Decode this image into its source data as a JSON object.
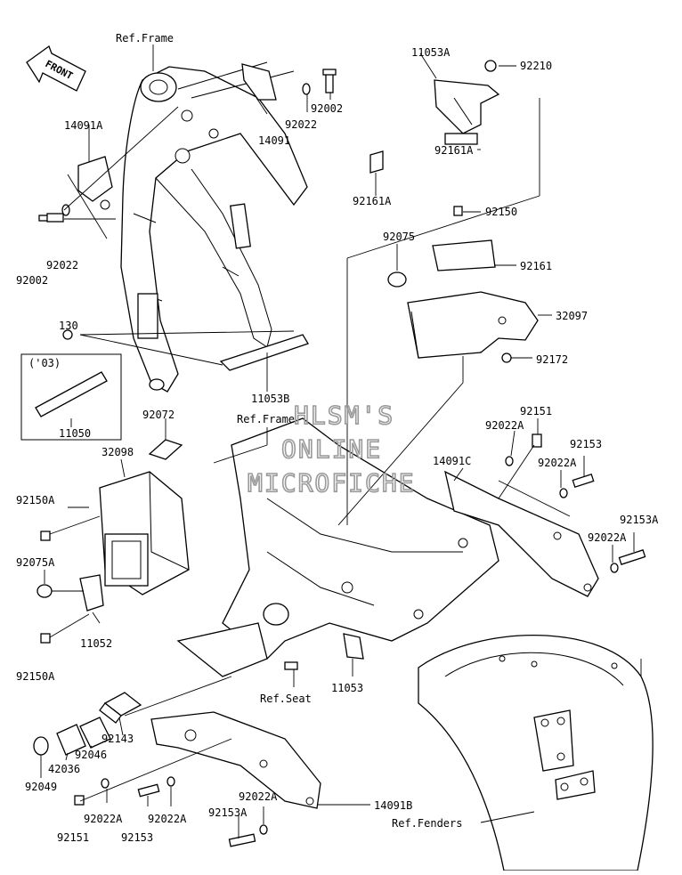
{
  "watermark": {
    "line1": "HLSM'S",
    "line2": "ONLINE",
    "line3": "MICROFICHE"
  },
  "front_badge": "FRONT",
  "inset_note": "('03)",
  "reference_labels": {
    "frame_top": "Ref.Frame",
    "frame_mid": "Ref.Frame",
    "seat": "Ref.Seat",
    "fenders": "Ref.Fenders"
  },
  "part_numbers": [
    "14091A",
    "92002",
    "92022",
    "14091",
    "92022",
    "92002",
    "11053A",
    "92210",
    "92161A",
    "92161A",
    "92150",
    "92075",
    "92161",
    "32097",
    "92172",
    "130",
    "11053B",
    "11050",
    "92072",
    "32098",
    "92150A",
    "92075A",
    "11052",
    "92150A",
    "92151",
    "92022A",
    "92153",
    "92022A",
    "14091C",
    "92153A",
    "92022A",
    "11053",
    "92143",
    "92046",
    "42036",
    "92049",
    "92022A",
    "92151",
    "92022A",
    "92153",
    "92022A",
    "14091B",
    "92153A"
  ],
  "colors": {
    "line": "#000000",
    "background": "#ffffff",
    "watermark": "#9a9a9a"
  }
}
